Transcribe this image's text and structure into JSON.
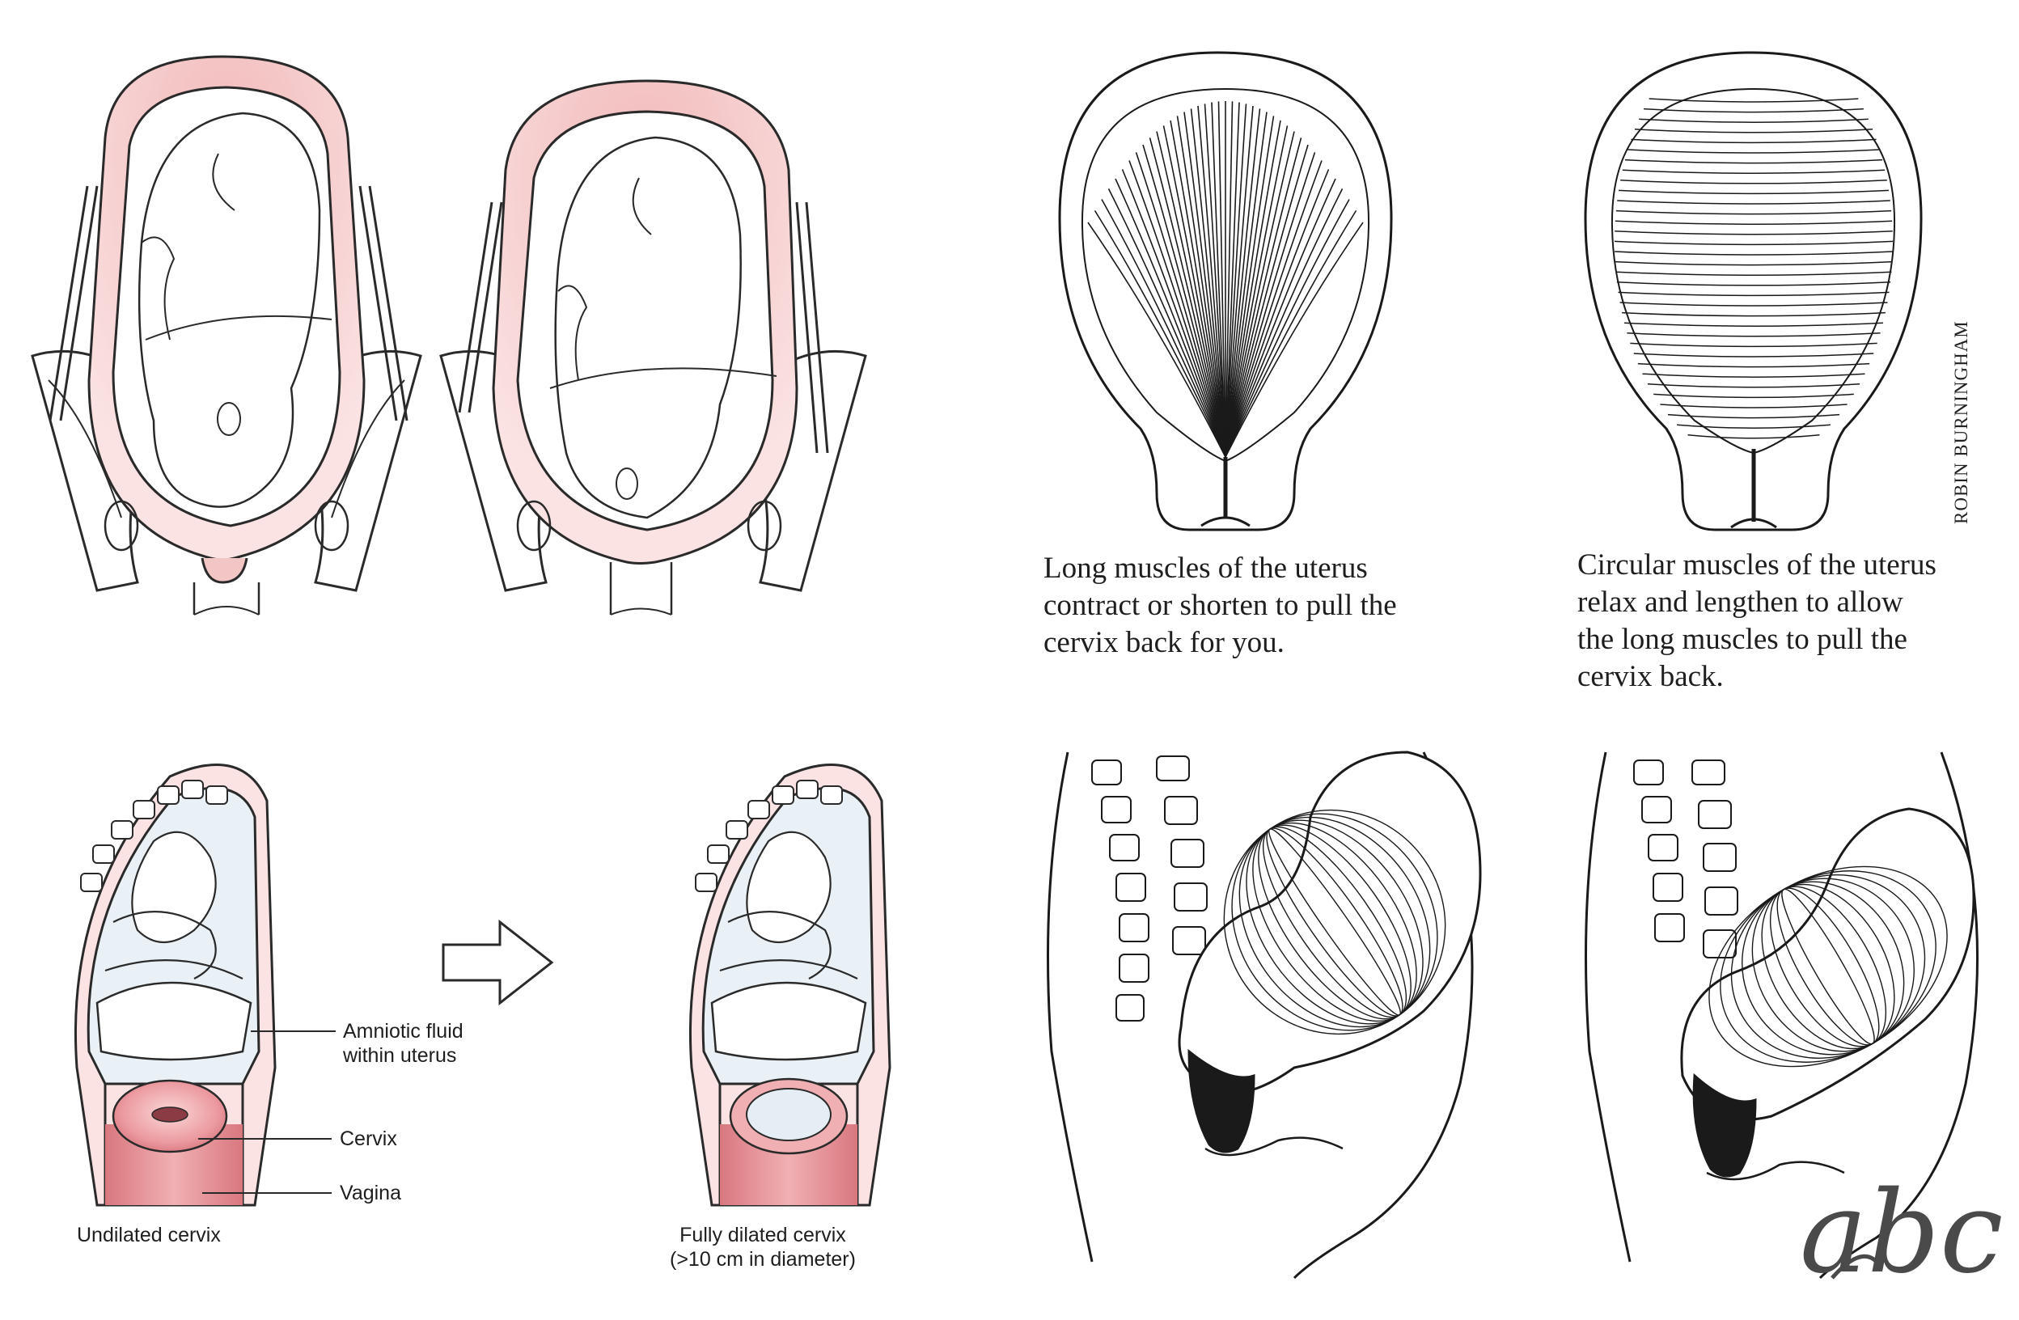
{
  "top_right": {
    "long_caption": [
      "Long muscles of the uterus",
      "contract or shorten to pull the",
      "cervix back for you."
    ],
    "circular_caption": [
      "Circular muscles of the uterus",
      "relax and lengthen to allow",
      "the long muscles to pull the",
      "cervix back."
    ],
    "credit": "ROBIN BURNINGHAM"
  },
  "bottom_left": {
    "labels": {
      "amniotic": [
        "Amniotic fluid",
        "within uterus"
      ],
      "cervix": "Cervix",
      "vagina": "Vagina",
      "undilated": "Undilated cervix",
      "dilated": [
        "Fully dilated cervix",
        "(>10 cm in diameter)"
      ]
    }
  },
  "signature": "abc",
  "colors": {
    "ink": "#2a2a2a",
    "pink_tissue": "#f3c6c6",
    "deep_pink": "#e98f96",
    "blue_fluid": "#dbe7f0",
    "muscle_dark": "#1a1a1a"
  }
}
